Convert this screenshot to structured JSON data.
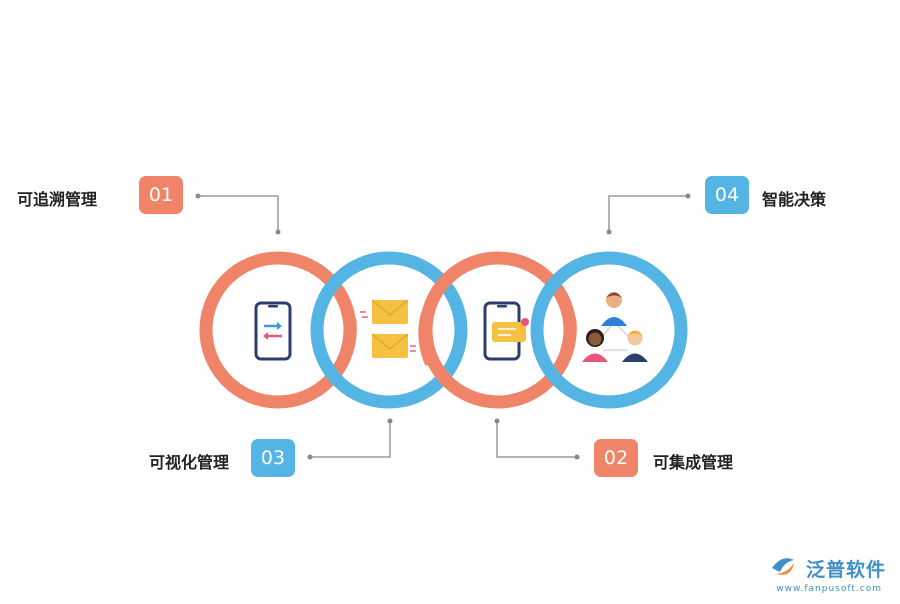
{
  "items": [
    {
      "number": "01",
      "label": "可追溯管理"
    },
    {
      "number": "02",
      "label": "可集成管理"
    },
    {
      "number": "03",
      "label": "可视化管理"
    },
    {
      "number": "04",
      "label": "智能决策"
    }
  ],
  "icons": {
    "ring1": "phone-transfer-icon",
    "ring2": "envelopes-icon",
    "ring3": "phone-message-icon",
    "ring4": "people-network-icon"
  },
  "logo": {
    "name": "泛普软件",
    "url": "www.fanpusoft.com"
  },
  "colors": {
    "salmon": "#ef8468",
    "blue": "#54b4e4",
    "connector": "#888888"
  }
}
